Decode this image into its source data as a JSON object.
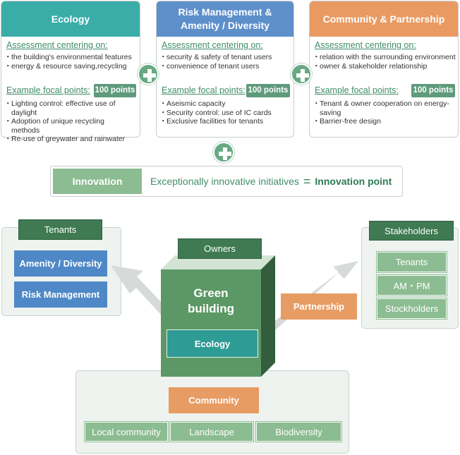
{
  "categories": [
    {
      "title": "Ecology",
      "assessment_label": "Assessment centering on:",
      "assessment_items": [
        "the building's environmental features",
        "energy & resource saving,recycling"
      ],
      "focal_label": "Example focal points:",
      "points": "100 points",
      "focal_items": [
        "Lighting control: effective use of daylight",
        "Adoption of unique recycling methods",
        "Re-use of greywater and rainwater"
      ],
      "color": "#3aada8"
    },
    {
      "title": "Risk Management & Amenity / Diversity",
      "assessment_label": "Assessment centering on:",
      "assessment_items": [
        "security & safety of tenant users",
        "convenience of tenant users"
      ],
      "focal_label": "Example focal points:",
      "points": "100 points",
      "focal_items": [
        "Aseismic capacity",
        "Security control: use of IC cards",
        "Exclusive facilities for tenants"
      ],
      "color": "#5d8fcb"
    },
    {
      "title": "Community & Partnership",
      "assessment_label": "Assessment centering on:",
      "assessment_items": [
        "relation with the surrounding environment",
        "owner & stakeholder relationship"
      ],
      "focal_label": "Example focal points:",
      "points": "100 points",
      "focal_items": [
        "Tenant & owner cooperation on energy-saving",
        "Barrier-free design"
      ],
      "color": "#e89a62"
    }
  ],
  "innovation": {
    "label": "Innovation",
    "text": "Exceptionally innovative initiatives",
    "equals": "=",
    "result": "Innovation point"
  },
  "tenants": {
    "title": "Tenants",
    "items": [
      "Amenity / Diversity",
      "Risk Management"
    ]
  },
  "owners": {
    "title": "Owners"
  },
  "building": {
    "title": "Green building",
    "core": "Ecology"
  },
  "partnership": "Partnership",
  "stakeholders": {
    "title": "Stakeholders",
    "items": [
      "Tenants",
      "AM・PM",
      "Stockholders"
    ]
  },
  "community": {
    "title": "Community",
    "items": [
      "Local community",
      "Landscape",
      "Biodiversity"
    ]
  }
}
